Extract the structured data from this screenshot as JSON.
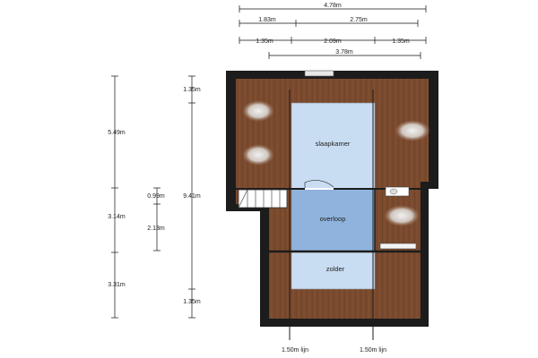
{
  "dimensions": {
    "top": {
      "total": "4.78m",
      "row2": [
        "1.83m",
        "2.75m"
      ],
      "row3": [
        "1.35m",
        "2.09m",
        "1.35m"
      ],
      "row4": "3.78m"
    },
    "left": {
      "outer": [
        "5.49m",
        "3.14m",
        "3.31m"
      ],
      "inner_small": [
        "0.99m",
        "2.13m"
      ],
      "inner": [
        "1.35m",
        "9.41m",
        "1.35m"
      ]
    }
  },
  "rooms": {
    "slaapkamer": "slaapkamer",
    "overloop": "overloop",
    "zolder": "zolder"
  },
  "lines": {
    "left": "1.50m lijn",
    "right": "1.50m lijn"
  },
  "colors": {
    "wall": "#1c1c1c",
    "floor": "#7a4a2e",
    "room_blue": "#c9ddf2",
    "overloop_blue": "#8fb3dd",
    "grey_room": "#d8d8d8"
  }
}
